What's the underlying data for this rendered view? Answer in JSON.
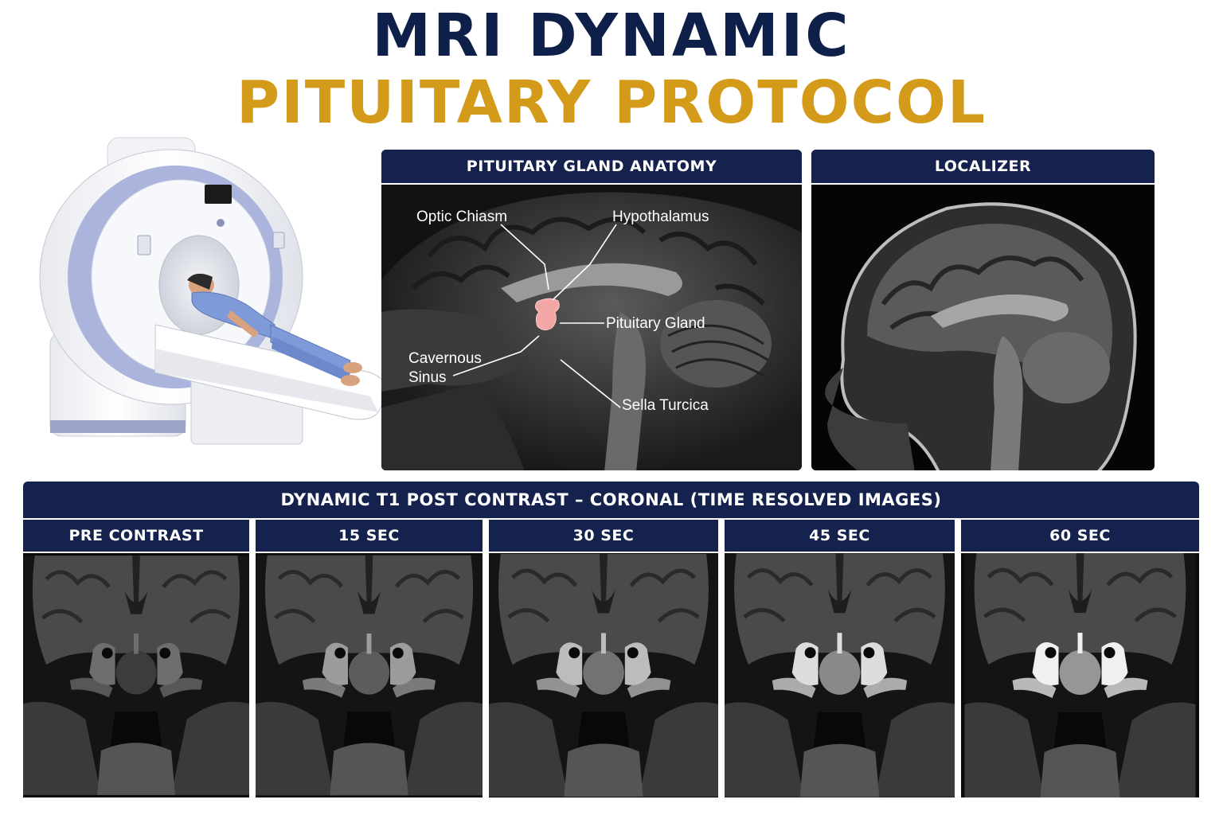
{
  "title": {
    "line1": "MRI DYNAMIC",
    "line2": "PITUITARY PROTOCOL"
  },
  "anatomy_panel": {
    "heading": "PITUITARY GLAND ANATOMY",
    "labels": {
      "optic_chiasm": "Optic Chiasm",
      "hypothalamus": "Hypothalamus",
      "pituitary_gland": "Pituitary Gland",
      "cavernous_sinus_1": "Cavernous",
      "cavernous_sinus_2": "Sinus",
      "sella_turcica": "Sella Turcica"
    },
    "highlight_color": "#f3a6a6"
  },
  "localizer_panel": {
    "heading": "LOCALIZER"
  },
  "dynamic_series": {
    "heading": "DYNAMIC T1 POST CONTRAST – CORONAL (TIME RESOLVED IMAGES)",
    "frames": [
      {
        "label": "PRE CONTRAST",
        "enhancement": 0.0
      },
      {
        "label": "15 SEC",
        "enhancement": 0.35
      },
      {
        "label": "30 SEC",
        "enhancement": 0.6
      },
      {
        "label": "45 SEC",
        "enhancement": 0.85
      },
      {
        "label": "60 SEC",
        "enhancement": 1.0
      }
    ]
  },
  "colors": {
    "navy": "#15224d",
    "title_navy": "#0e1f4a",
    "title_gold": "#d49a1a",
    "scanner_accent": "#aab4dc",
    "gown_blue": "#7f9ad8"
  }
}
